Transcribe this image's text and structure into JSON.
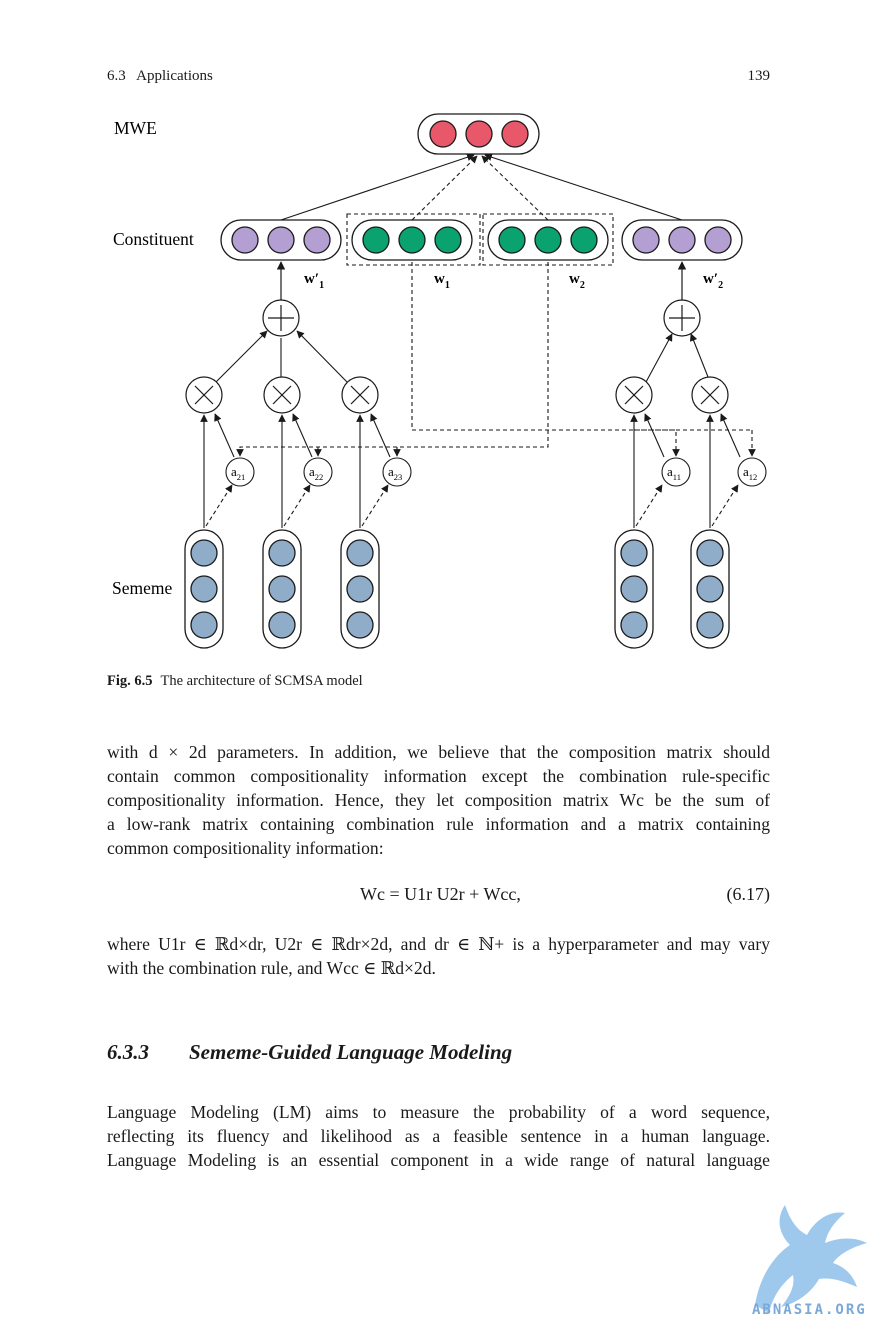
{
  "page": {
    "section_label": "6.3   Applications",
    "page_number": "139"
  },
  "figure": {
    "labels": {
      "mwe": "MWE",
      "constituent": "Constituent",
      "sememe": "Sememe"
    },
    "weights": {
      "w1p_base": "w",
      "w1p_prime": "′",
      "w1p_sub": "1",
      "w1_base": "w",
      "w1_sub": "1",
      "w2_base": "w",
      "w2_sub": "2",
      "w2p_base": "w",
      "w2p_prime": "′",
      "w2p_sub": "2"
    },
    "attention": {
      "a21": {
        "base": "a",
        "sub": "21"
      },
      "a22": {
        "base": "a",
        "sub": "22"
      },
      "a23": {
        "base": "a",
        "sub": "23"
      },
      "a11": {
        "base": "a",
        "sub": "11"
      },
      "a12": {
        "base": "a",
        "sub": "12"
      }
    },
    "colors": {
      "mwe": "#e8586a",
      "constituent_sememe": "#b49fd2",
      "constituent_word": "#0aa36f",
      "sememe": "#8fadc9",
      "stroke": "#1a1a1a"
    },
    "caption_label": "Fig. 6.5",
    "caption_text": "The architecture of SCMSA model"
  },
  "text": {
    "p1": [
      "with d × 2d parameters. In addition, we believe that the composition matrix should",
      "contain common compositionality information except the combination rule-specific",
      "compositionality information. Hence, they let composition matrix Wc be the sum of",
      "a low-rank matrix containing combination rule information and a matrix containing",
      "common compositionality information:"
    ],
    "equation": "Wc = U1r U2r + Wcc,",
    "equation_number": "(6.17)",
    "p2_line1": "where U1r ∈ ℝd×dr, U2r ∈ ℝdr×2d, and dr ∈ ℕ+ is a hyperparameter and may vary",
    "p2_line2": "with the combination rule, and Wcc ∈ ℝd×2d.",
    "section_number": "6.3.3",
    "section_title": "Sememe-Guided Language Modeling",
    "p3": [
      "Language Modeling (LM) aims to measure the probability of a word sequence,",
      "reflecting its fluency and likelihood as a feasible sentence in a human language.",
      "Language Modeling is an essential component in a wide range of natural language"
    ]
  },
  "watermark": {
    "text": "ABNASIA.ORG"
  }
}
